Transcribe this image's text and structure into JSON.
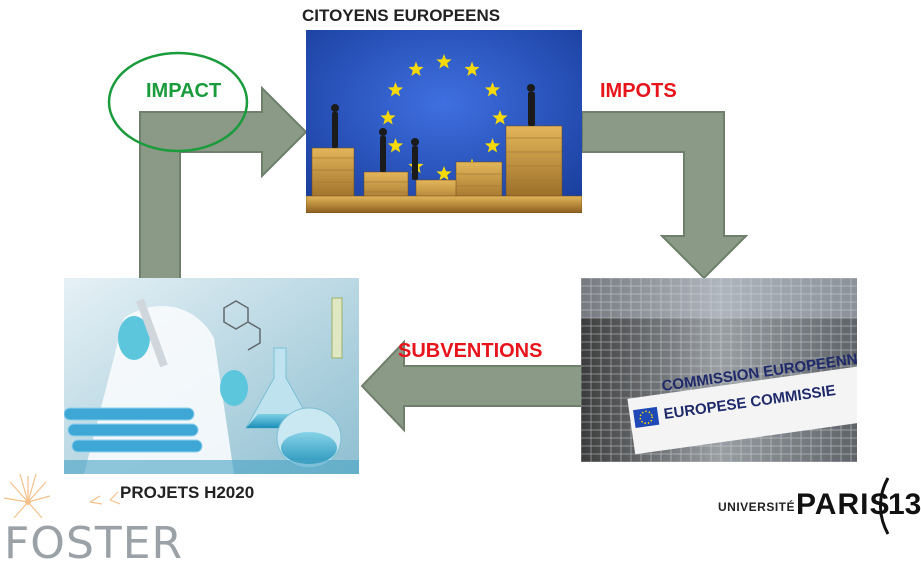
{
  "colors": {
    "arrow_fill": "#8a9a86",
    "arrow_stroke": "#6f7f6c",
    "impact_green": "#1a9b3c",
    "impots_red": "#e8141c",
    "subventions_red": "#e8141c",
    "caption_dark": "#222222",
    "eu_blue": "#1f49b6",
    "eu_star": "#f5d90a"
  },
  "labels": {
    "citizens": "CITOYENS EUROPEENS",
    "impact": "IMPACT",
    "impots": "IMPOTS",
    "subventions": "SUBVENTIONS",
    "projects": "PROJETS H2020"
  },
  "commission_sign": {
    "line1": "COMMISSION EUROPEENNE",
    "line2": "EUROPESE COMMISSIE"
  },
  "logos": {
    "foster": "FOSTER",
    "univ_small": "UNIVERSITÉ",
    "univ_big": "PARIS",
    "univ_num": "13"
  },
  "icons": {
    "eu_flag": "eu-flag-icon",
    "dandelion": "dandelion-icon"
  }
}
